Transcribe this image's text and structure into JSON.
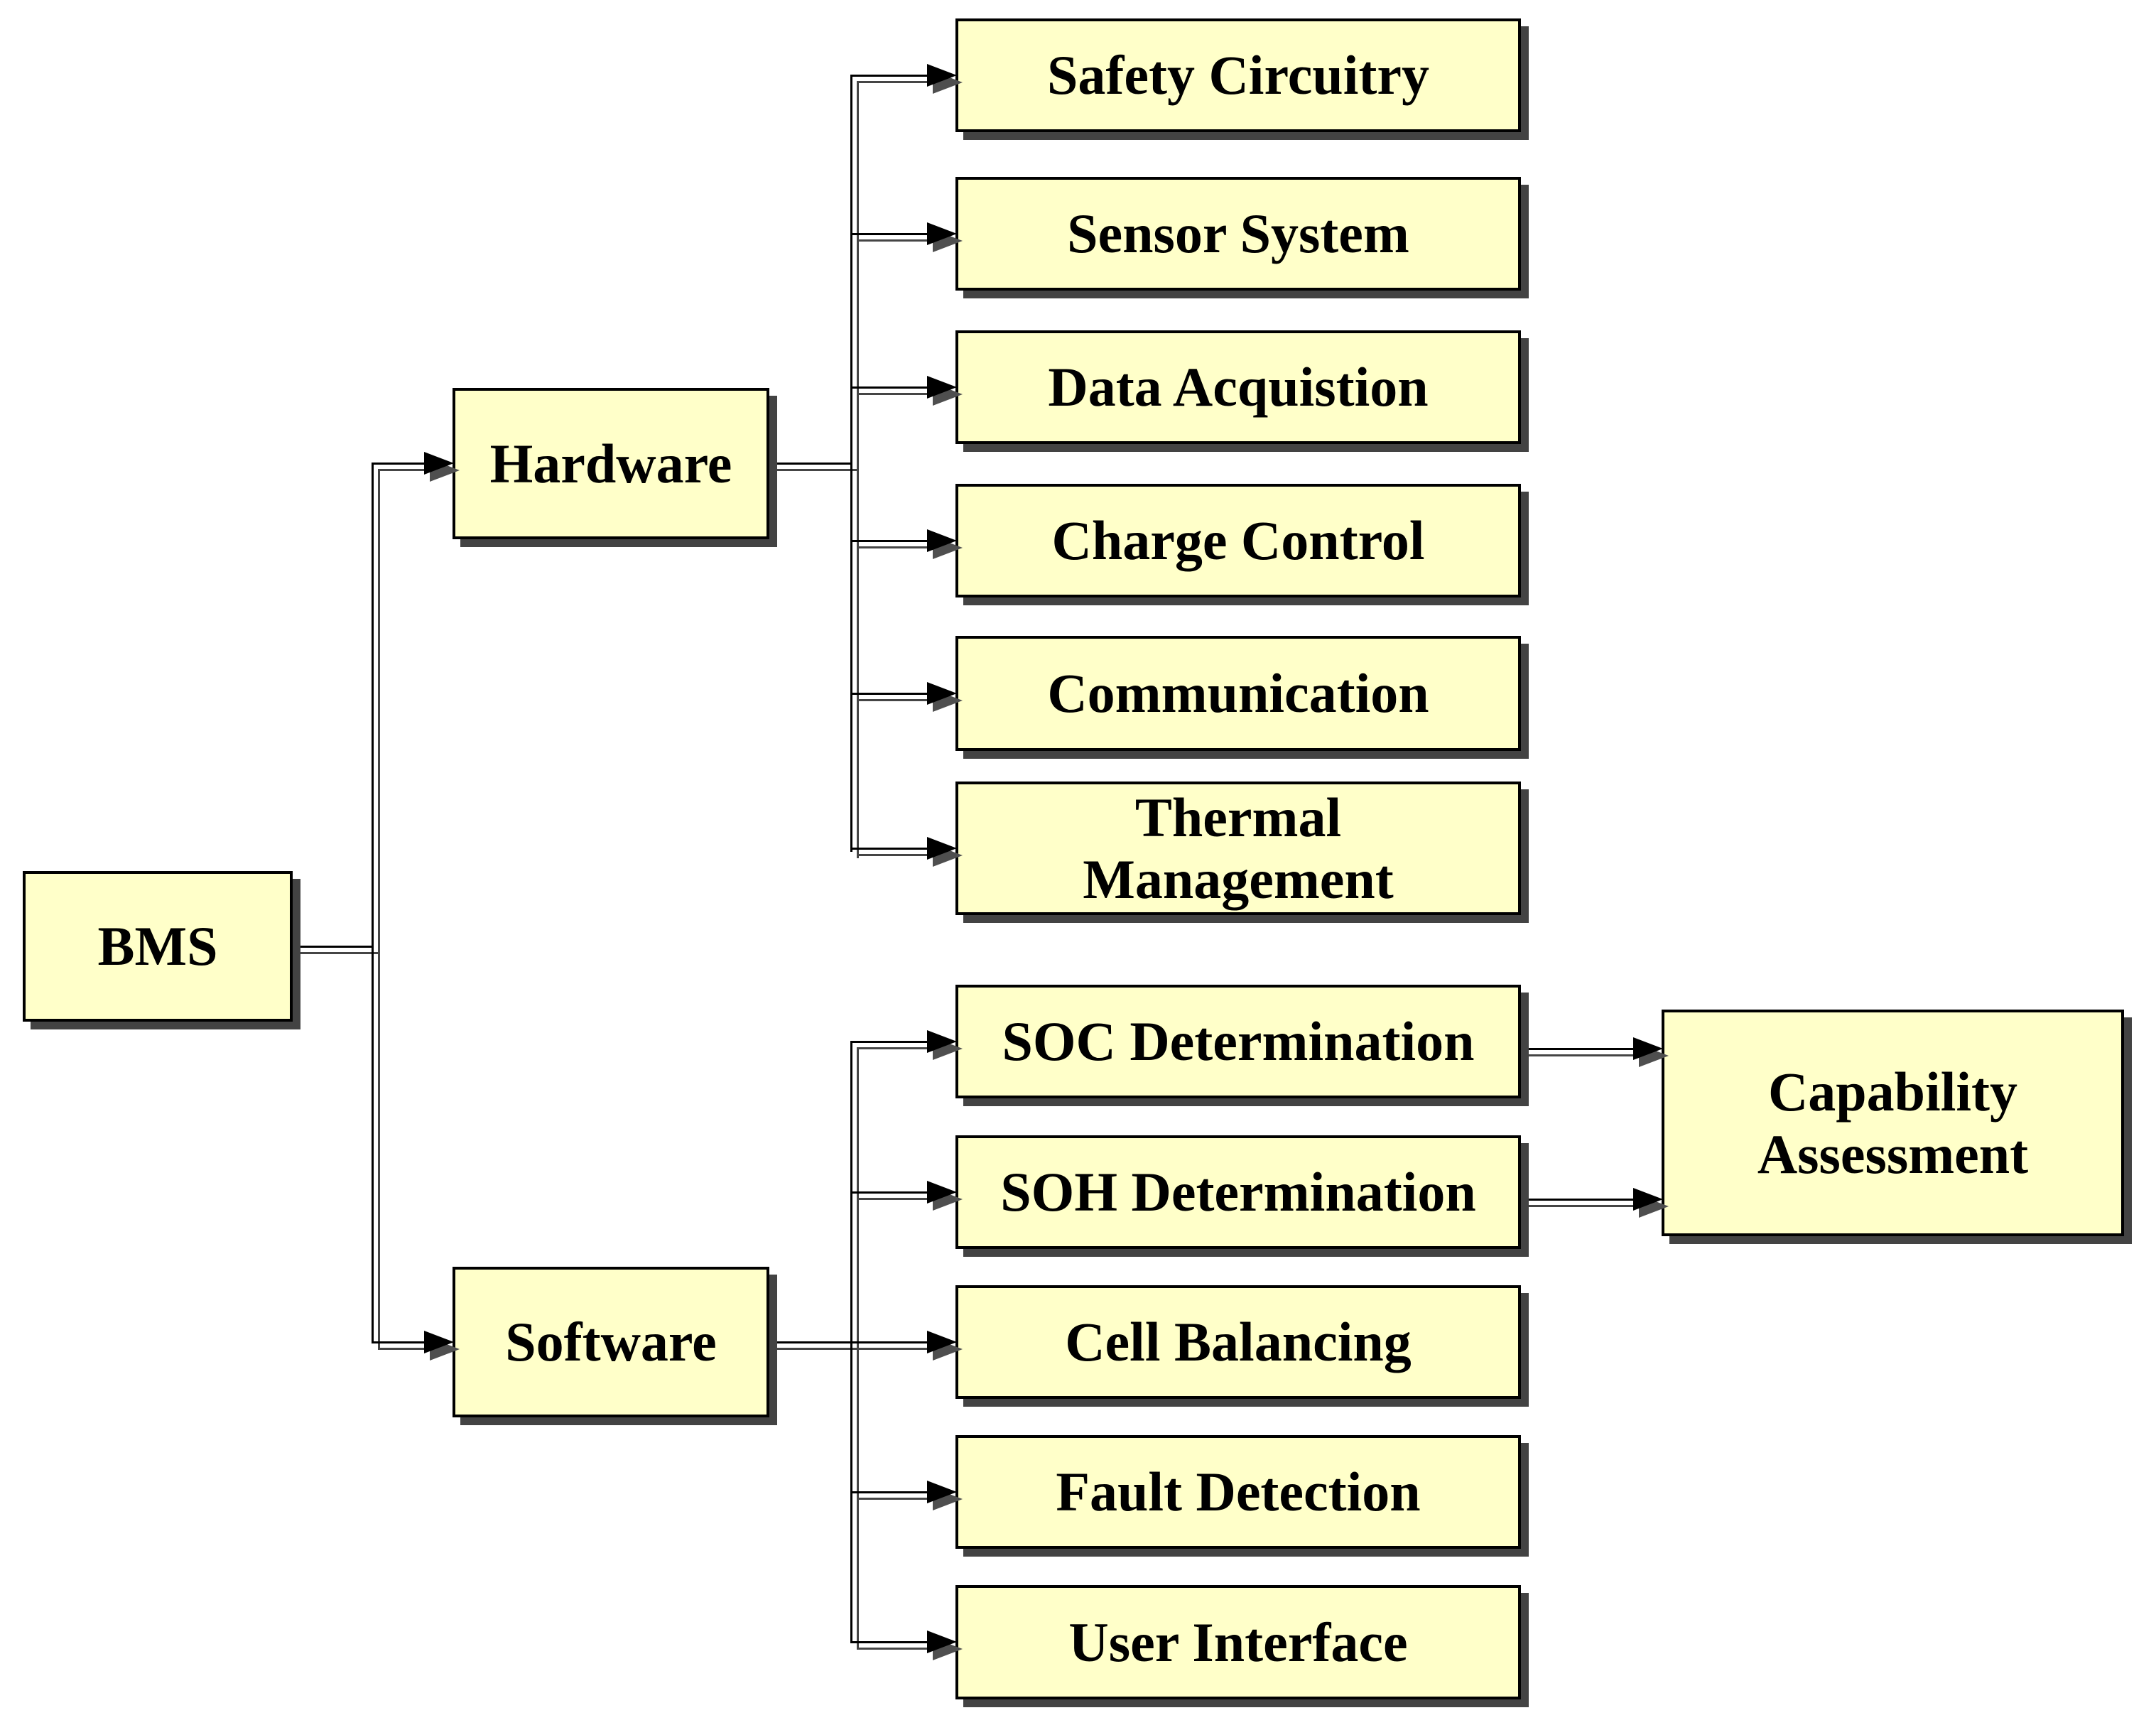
{
  "title": "BMS block diagram",
  "nodes": {
    "bms": "BMS",
    "hardware": "Hardware",
    "software": "Software",
    "safety_circuitry": "Safety Circuitry",
    "sensor_system": "Sensor System",
    "data_acquistion": "Data Acquistion",
    "charge_control": "Charge Control",
    "communication": "Communication",
    "thermal_management": "Thermal\nManagement",
    "soc_determination": "SOC Determination",
    "soh_determination": "SOH Determination",
    "cell_balancing": "Cell Balancing",
    "fault_detection": "Fault Detection",
    "user_interface": "User Interface",
    "capability_assessment": "Capability\nAssessment"
  },
  "edges": [
    {
      "from": "BMS",
      "to": "Hardware"
    },
    {
      "from": "BMS",
      "to": "Software"
    },
    {
      "from": "Hardware",
      "to": "Safety Circuitry"
    },
    {
      "from": "Hardware",
      "to": "Sensor System"
    },
    {
      "from": "Hardware",
      "to": "Data Acquistion"
    },
    {
      "from": "Hardware",
      "to": "Charge Control"
    },
    {
      "from": "Hardware",
      "to": "Communication"
    },
    {
      "from": "Hardware",
      "to": "Thermal Management"
    },
    {
      "from": "Software",
      "to": "SOC Determination"
    },
    {
      "from": "Software",
      "to": "SOH Determination"
    },
    {
      "from": "Software",
      "to": "Cell Balancing"
    },
    {
      "from": "Software",
      "to": "Fault Detection"
    },
    {
      "from": "Software",
      "to": "User Interface"
    },
    {
      "from": "SOC Determination",
      "to": "Capability Assessment"
    },
    {
      "from": "SOH Determination",
      "to": "Capability Assessment"
    }
  ],
  "colors": {
    "bg": "#FFFFFF",
    "box_fill": "#FFFFC9",
    "box_border": "#000000",
    "box_shadow": "#434343",
    "line": "#000000",
    "line_shadow": "#454545",
    "arrow": "#000000",
    "arrow_shadow": "#4F4F4F",
    "text": "#000000"
  }
}
